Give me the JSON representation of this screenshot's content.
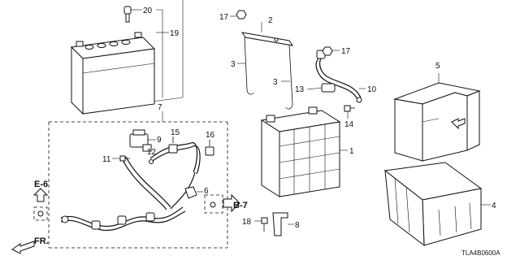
{
  "diagram_code": "TLA4B0600A",
  "callouts": {
    "c1": "1",
    "c2": "2",
    "c3a": "3",
    "c3b": "3",
    "c5": "5",
    "c6": "6",
    "c7": "7",
    "c8": "8",
    "c9": "9",
    "c10": "10",
    "c11": "11",
    "c12": "12",
    "c13": "13",
    "c14": "14",
    "c15": "15",
    "c16": "16",
    "c17a": "17",
    "c17b": "17",
    "c18": "18",
    "c19": "19",
    "c20": "20",
    "c4": "4"
  },
  "refs": {
    "e6": "E-6",
    "b7": "B-7",
    "front": "FR."
  }
}
